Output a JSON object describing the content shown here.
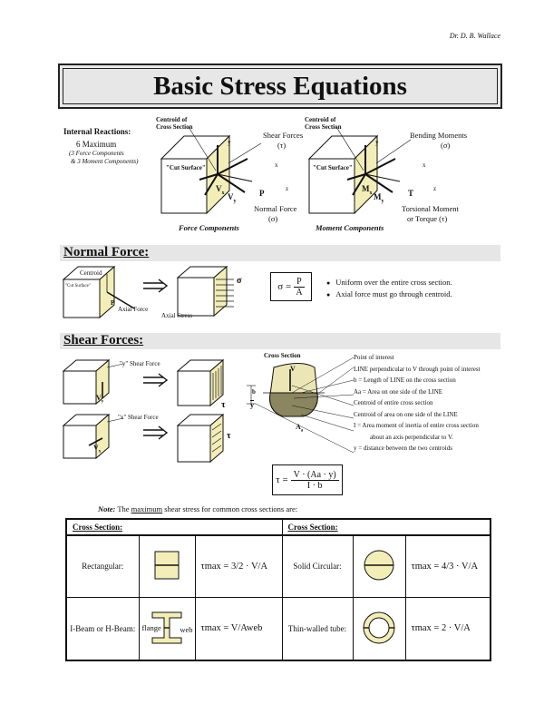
{
  "author": "Dr. D. B. Wallace",
  "title": "Basic Stress Equations",
  "internal_reactions": {
    "heading": "Internal Reactions:",
    "max": "6 Maximum",
    "force_note": "(3 Force Components",
    "moment_note": "& 3 Moment Components)"
  },
  "force_diagram": {
    "centroid": "Centroid of",
    "centroid2": "Cross Section",
    "shear": "Shear Forces",
    "shear_sym": "(τ)",
    "cut": "\"Cut Surface\"",
    "y": "y",
    "x": "x",
    "z": "z",
    "vx": "V",
    "vx_sub": "x",
    "vy": "V",
    "vy_sub": "y",
    "p": "P",
    "normal": "Normal Force",
    "normal_sym": "(σ)",
    "caption": "Force Components"
  },
  "moment_diagram": {
    "centroid": "Centroid of",
    "centroid2": "Cross Section",
    "bending": "Bending Moments",
    "bending_sym": "(σ)",
    "cut": "\"Cut Surface\"",
    "y": "y",
    "x": "x",
    "z": "z",
    "mx": "M",
    "mx_sub": "x",
    "my": "M",
    "my_sub": "y",
    "t": "T",
    "torsional": "Torsional Moment",
    "torque": "or Torque (τ)",
    "caption": "Moment Components"
  },
  "normal_force": {
    "heading": "Normal Force:",
    "centroid": "Centroid",
    "cut": "\"Cut Surface\"",
    "axial_force": "Axial Force",
    "axial_stress": "Axial Stress",
    "p_label": "P",
    "sigma": "σ",
    "eq_lhs": "σ =",
    "eq_num": "P",
    "eq_den": "A",
    "bullets": [
      "Uniform over the entire cross section.",
      "Axial force must go through centroid."
    ]
  },
  "shear_forces": {
    "heading": "Shear Forces:",
    "y_shear": "\"y\" Shear Force",
    "x_shear": "\"x\" Shear Force",
    "vy": "V",
    "vy_sub": "y",
    "vx": "V",
    "vx_sub": "x",
    "tau": "τ",
    "cross_section": "Cross Section",
    "v_label": "V",
    "b_label": "b",
    "ybar": "y",
    "aa": "A",
    "aa_sub": "a",
    "defs": [
      "Point of interest",
      "LINE perpendicular to V through point of interest",
      "b = Length of LINE on the cross section",
      "Aa = Area on one side of the LINE",
      "Centroid of entire cross section",
      "Centroid of area on one side of the LINE",
      "I = Area moment of inertia of entire cross section",
      "about an axis perpendicular to V.",
      "y = distance between the two centroids"
    ],
    "eq_lhs": "τ =",
    "eq_num": "V · (Aa · y)",
    "eq_den": "I · b"
  },
  "note": {
    "label": "Note:",
    "pre": " The ",
    "emph": "maximum",
    "post": " shear stress for common cross sections are:"
  },
  "table": {
    "head_left": "Cross Section:",
    "head_right": "Cross Section:",
    "rows": [
      {
        "left_name": "Rectangular:",
        "left_eq": "τmax = 3/2 · V/A",
        "right_name": "Solid Circular:",
        "right_eq": "τmax = 4/3 · V/A"
      },
      {
        "left_name": "I-Beam or H-Beam:",
        "left_eq": "τmax = V/Aweb",
        "right_name": "Thin-walled tube:",
        "right_eq": "τmax = 2 · V/A"
      }
    ],
    "flange": "flange",
    "web": "web"
  }
}
